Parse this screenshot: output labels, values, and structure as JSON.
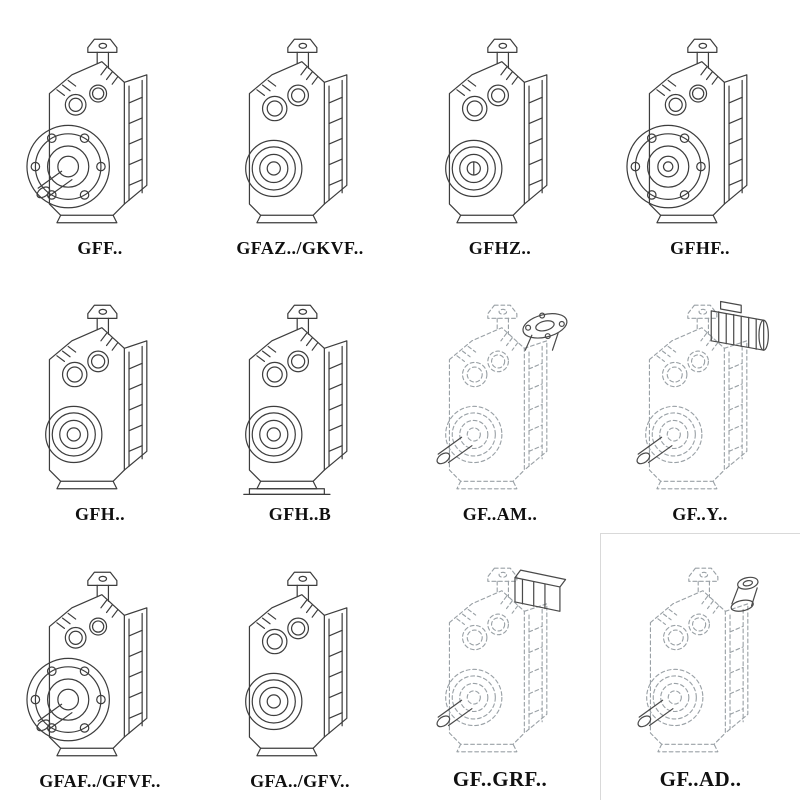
{
  "page": {
    "background": "#ffffff"
  },
  "colors": {
    "solid_line": "#3d3d3d",
    "phantom_line": "#9aa1a6",
    "label_text": "#101010"
  },
  "grid": {
    "columns": 4,
    "rows": 3,
    "items": [
      {
        "label": "GFF..",
        "drawing": "gearbox-flange-solid-shaft",
        "line_style": "solid"
      },
      {
        "label": "GFAZ../GKVF..",
        "drawing": "gearbox-hollow-shaft",
        "line_style": "solid"
      },
      {
        "label": "GFHZ..",
        "drawing": "gearbox-hollow-shaft-alt",
        "line_style": "solid"
      },
      {
        "label": "GFHF..",
        "drawing": "gearbox-flange-hollow",
        "line_style": "solid"
      },
      {
        "label": "GFH..",
        "drawing": "gearbox-foot-mounted",
        "line_style": "solid"
      },
      {
        "label": "GFH..B",
        "drawing": "gearbox-foot-mounted-base",
        "line_style": "solid"
      },
      {
        "label": "GF..AM..",
        "drawing": "gearbox-motor-flange-adapter",
        "line_style": "phantom"
      },
      {
        "label": "GF..Y..",
        "drawing": "gearbox-with-motor",
        "line_style": "phantom"
      },
      {
        "label": "GFAF../GFVF..",
        "drawing": "gearbox-flange-solid-shaft-2",
        "line_style": "solid"
      },
      {
        "label": "GFA../GFV..",
        "drawing": "gearbox-hollow-shaft-2",
        "line_style": "solid"
      },
      {
        "label": "GF..GRF..",
        "drawing": "gearbox-adapter-block",
        "line_style": "phantom"
      },
      {
        "label": "GF..AD..",
        "drawing": "gearbox-input-adapter",
        "line_style": "phantom"
      }
    ]
  }
}
